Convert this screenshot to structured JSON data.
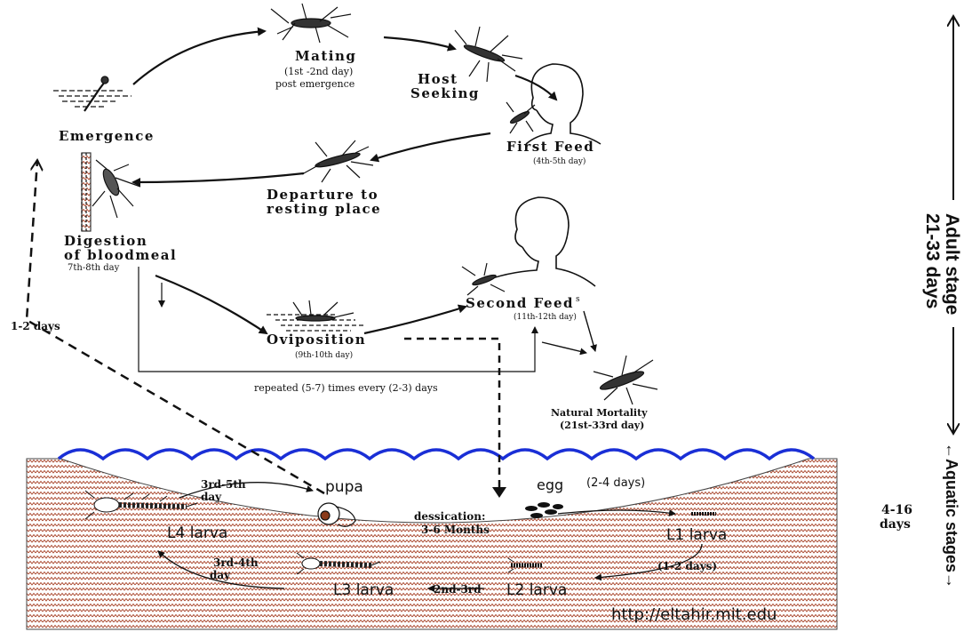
{
  "adult_cycle": {
    "mating": {
      "title": "Mating",
      "detail_line1": "(1st -2nd day)",
      "detail_line2": "post emergence"
    },
    "host_seeking": {
      "line1": "Host",
      "line2": "Seeking"
    },
    "first_feed": {
      "title": "First Feed",
      "detail": "(4th-5th day)"
    },
    "departure": {
      "line1": "Departure to",
      "line2": "resting place"
    },
    "emergence": "Emergence",
    "digestion": {
      "line1": "Digestion",
      "line2": "of bloodmeal",
      "detail": "7th-8th day"
    },
    "second_feed": {
      "title": "Second Feed",
      "suffix": "s",
      "detail": "(11th-12th day)"
    },
    "oviposition": {
      "title": "Oviposition",
      "detail": "(9th-10th day)"
    },
    "repeated": "repeated (5-7) times every (2-3) days",
    "natural_mortality": {
      "line1": "Natural Mortality",
      "line2": "(21st-33rd day)"
    }
  },
  "transitions": {
    "one_two_days": "1-2 days",
    "dessication_line1": "dessication:",
    "dessication_line2": "3-6 Months"
  },
  "aquatic_cycle": {
    "egg": "egg",
    "egg_duration": "(2-4 days)",
    "l1": "L1 larva",
    "l1_l2_duration": "(1-2 days)",
    "l2": "L2 larva",
    "l2_l3_duration": "2nd-3rd",
    "l3": "L3 larva",
    "l3_l4_duration_line1": "3rd-4th",
    "l3_l4_duration_line2": "day",
    "l4": "L4 larva",
    "l4_pupa_duration_line1": "3rd-5th",
    "l4_pupa_duration_line2": "day",
    "pupa": "pupa"
  },
  "side_labels": {
    "adult_stage_line1": "Adult stage",
    "adult_stage_line2": "21-33 days",
    "aquatic_duration_line1": "4-16",
    "aquatic_duration_line2": "days",
    "aquatic_stages": "Aquatic stages"
  },
  "credit": "http://eltahir.mit.edu",
  "colors": {
    "water": "#1a2fd6",
    "soil": "#a9462c",
    "ink": "#111111"
  }
}
